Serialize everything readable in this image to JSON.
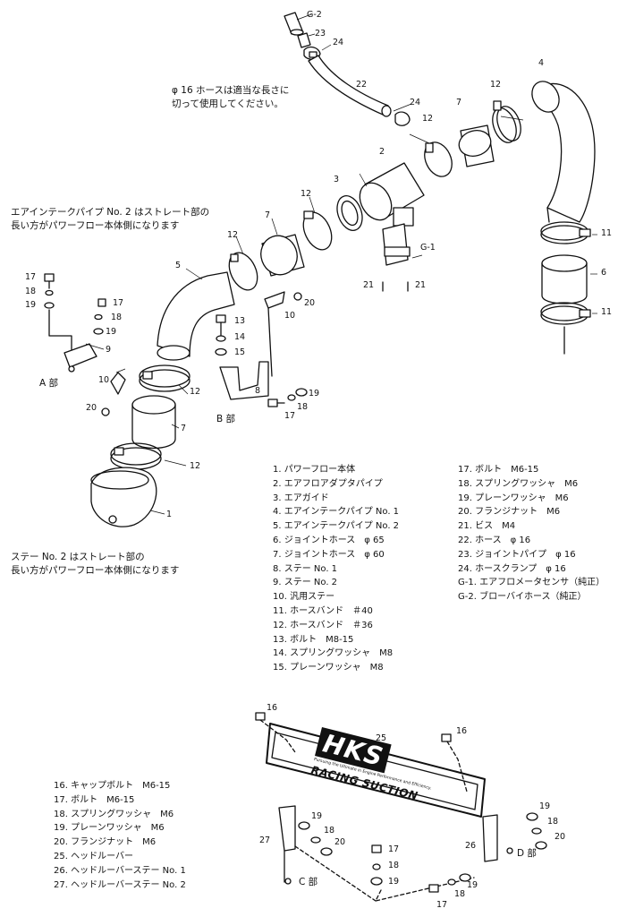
{
  "notes": {
    "hose_note": [
      "φ 16 ホースは適当な長さに",
      "切って使用してください。"
    ],
    "pipe2_note": [
      "エアインテークパイプ No. 2 はストレート部の",
      "長い方がパワーフロー本体側になります"
    ],
    "stay2_note": [
      "ステー No. 2 はストレート部の",
      "長い方がパワーフロー本体側になります"
    ]
  },
  "detail_labels": [
    "A 部",
    "B 部",
    "C 部",
    "D 部"
  ],
  "callouts": {
    "g2": "G-2",
    "n23": "23",
    "n24a": "24",
    "n22": "22",
    "n24b": "24",
    "n12a": "12",
    "n7a": "7",
    "n12b": "12",
    "n4": "4",
    "n2": "2",
    "n3": "3",
    "n12c": "12",
    "n7b": "7",
    "n12d": "12",
    "g1": "G-1",
    "n21a": "21",
    "n21b": "21",
    "n11a": "11",
    "n6": "6",
    "n11b": "11",
    "n5": "5",
    "n17a": "17",
    "n18a": "18",
    "n19a": "19",
    "n17b": "17",
    "n18b": "18",
    "n19b": "19",
    "n9": "9",
    "n10a": "10",
    "n20a": "20",
    "n13": "13",
    "n14": "14",
    "n15": "15",
    "n10b": "10",
    "n20b": "20",
    "n12e": "12",
    "n8": "8",
    "n19c": "19",
    "n18c": "18",
    "n17c": "17",
    "n7c": "7",
    "n12f": "12",
    "n1": "1",
    "n16a": "16",
    "n25": "25",
    "n16b": "16",
    "n27": "27",
    "n19d": "19",
    "n18d": "18",
    "n20d": "20",
    "n17d": "17",
    "n18e": "18",
    "n19e": "19",
    "n17e": "17",
    "n18f": "18",
    "n19f": "19",
    "n26": "26",
    "n19g": "19",
    "n18g": "18",
    "n20g": "20"
  },
  "logo": {
    "brand": "HKS",
    "sub": "RACING SUCTION",
    "tagline": "Pursuing the Ultimate in Engine Performance and Efficiency."
  },
  "parts_list_1": [
    "1.  パワーフロー本体",
    "2.  エアフロアダプタパイプ",
    "3.  エアガイド",
    "4.  エアインテークパイプ No. 1",
    "5.  エアインテークパイプ No. 2",
    "6.  ジョイントホース　φ 65",
    "7.  ジョイントホース　φ 60",
    "8.  ステー No. 1",
    "9.  ステー No. 2",
    "10.  汎用ステー",
    "11.  ホースバンド　＃40",
    "12.  ホースバンド　＃36",
    "13.  ボルト　M8-15",
    "14.  スプリングワッシャ　M8",
    "15.  プレーンワッシャ　M8"
  ],
  "parts_list_2": [
    "17.  ボルト　M6-15",
    "18.  スプリングワッシャ　M6",
    "19.  プレーンワッシャ　M6",
    "20.  フランジナット　M6",
    "21.  ビス　M4",
    "22.  ホース　φ 16",
    "23.  ジョイントパイプ　φ 16",
    "24.  ホースクランプ　φ 16",
    "G-1.  エアフロメータセンサ（純正）",
    "G-2.  ブローバイホース（純正）"
  ],
  "parts_list_3": [
    "16.  キャップボルト　M6-15",
    "17.  ボルト　M6-15",
    "18.  スプリングワッシャ　M6",
    "19.  プレーンワッシャ　M6",
    "20.  フランジナット　M6",
    "25.  ヘッドルーバー",
    "26.  ヘッドルーバーステー No. 1",
    "27.  ヘッドルーバーステー No. 2"
  ]
}
